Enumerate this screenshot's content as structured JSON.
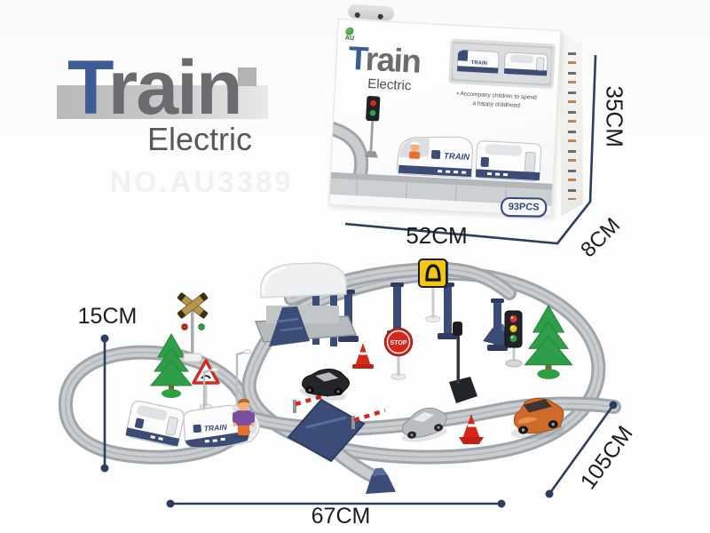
{
  "branding": {
    "title_first_letter": "T",
    "title_rest": "rain",
    "subtitle": "Electric",
    "watermark": "NO.AU3389"
  },
  "box": {
    "logo_text": "AU",
    "title_first_letter": "T",
    "title_rest": "rain",
    "subtitle": "Electric",
    "bullet_line1": "• Accompany children to spend",
    "bullet_line2": "a happy childhood",
    "pieces_badge": "93PCS",
    "train_side_label": "TRAIN",
    "inset_train_label": "TRAIN"
  },
  "dimensions": {
    "box_height": "35CM",
    "box_width": "52CM",
    "box_depth": "8CM",
    "set_height": "15CM",
    "set_width": "67CM",
    "set_length": "105CM"
  },
  "scene": {
    "train_label": "TRAIN",
    "stop_sign_label": "STOP"
  },
  "colors": {
    "title_blue": "#3d5b95",
    "title_gray": "#6b6c6f",
    "subtitle_gray": "#58595c",
    "watermark": "#f1f1f1",
    "dim_line": "#2c3e5f",
    "dim_text": "#1c1c1c",
    "navy": "#3b4c76",
    "navy_dark": "#2e3c61",
    "track": "#9fa5a9",
    "track_light": "#c9cdd0",
    "red": "#d5281b",
    "yellow": "#f3c515",
    "green": "#2f9e48",
    "orange": "#cf6b2a"
  }
}
